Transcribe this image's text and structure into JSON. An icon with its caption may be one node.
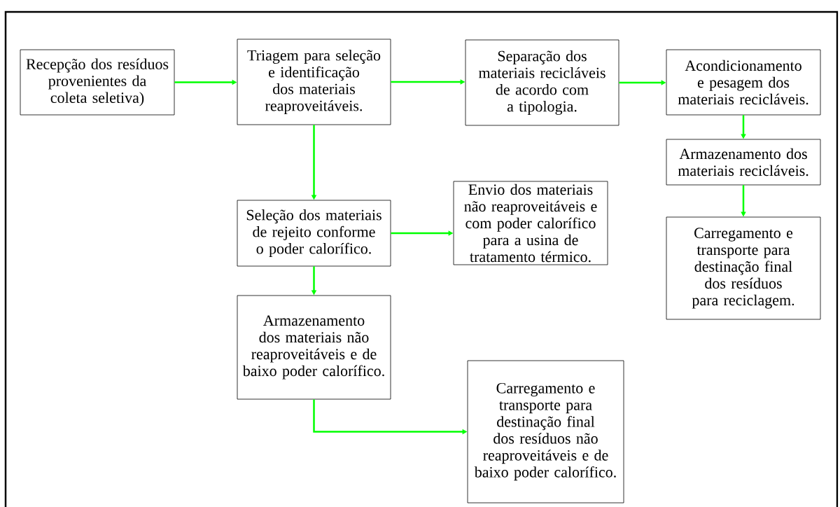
{
  "diagram": {
    "nodes": [
      {
        "text": [
          "Recepção dos resíduos provenientes da coleta seletiva)"
        ]
      },
      {
        "text": [
          "Triagem para seleção e identificação dos materiais reaproveitáveis."
        ]
      },
      {
        "text": [
          "Separação dos materiais recicláveis de acordo com a tipologia."
        ]
      },
      {
        "text": [
          "Acondicionamento e pesagem dos materiais recicláveis."
        ]
      },
      {
        "text": [
          "Armazenamento dos materiais recicláveis."
        ]
      },
      {
        "text": [
          "Carregamento e transporte para destinação final dos resíduos para reciclagem."
        ]
      },
      {
        "text": [
          "Seleção dos materiais de rejeito conforme o poder calorífico."
        ]
      },
      {
        "text": [
          "Envio dos materiais não reaproveitáveis e com poder calorífico para a usina de tratamento térmico."
        ]
      },
      {
        "text": [
          "Armazenamento dos materiais não reaproveitáveis e de baixo poder calorífico."
        ]
      },
      {
        "text": [
          "Carregamento e transporte para destinação final dos resíduos não reaproveitáveis e de baixo poder calorífico."
        ]
      }
    ],
    "edges": [
      {
        "from": 0,
        "to": 1,
        "arrow": "to"
      },
      {
        "from": 1,
        "to": 2,
        "arrow": "to"
      },
      {
        "from": 2,
        "to": 3,
        "arrow": "to"
      },
      {
        "from": 3,
        "to": 4,
        "arrow": "to"
      },
      {
        "from": 4,
        "to": 5,
        "arrow": "to"
      },
      {
        "from": 1,
        "to": 6,
        "arrow": "to"
      },
      {
        "from": 6,
        "to": 7,
        "arrow": "to"
      },
      {
        "from": 6,
        "to": 8,
        "arrow": "to"
      },
      {
        "from": 8,
        "to": 9,
        "arrow": "to"
      }
    ]
  }
}
